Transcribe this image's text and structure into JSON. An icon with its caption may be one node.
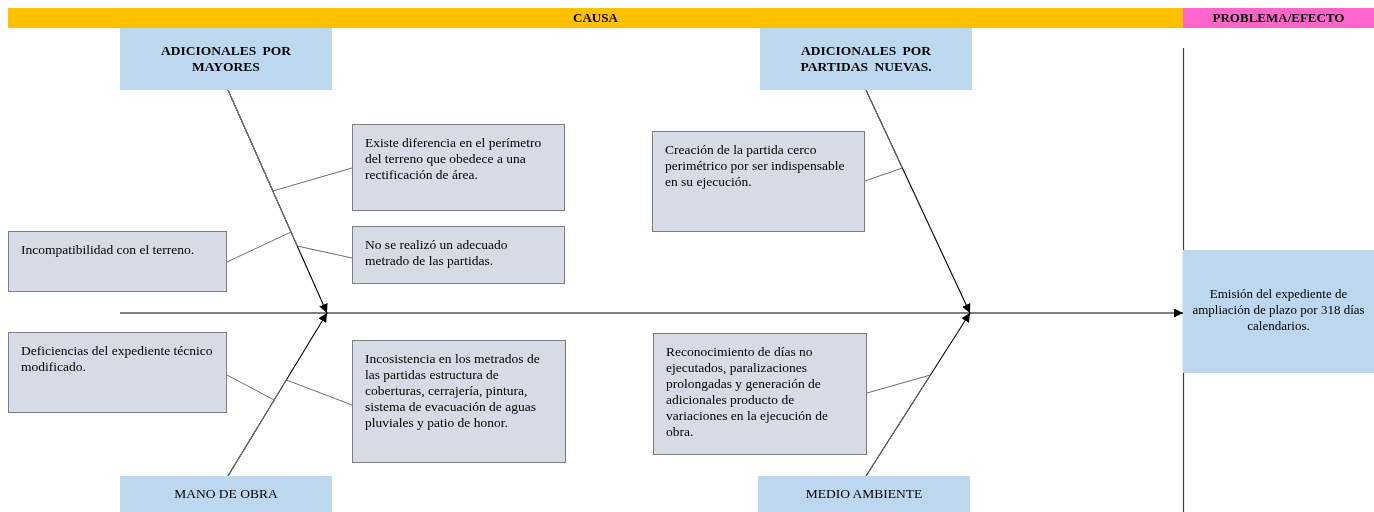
{
  "diagram": {
    "nodes": [
      {
        "text": [
          "CAUSA"
        ]
      },
      {
        "text": [
          "PROBLEMA/EFECTO"
        ]
      },
      {
        "text": [
          "ADICIONALES POR MAYORES"
        ]
      },
      {
        "text": [
          "Existe diferencia en el perímetro del terreno que obedece a una rectificación de área."
        ]
      },
      {
        "text": [
          "Incompatibilidad con el terreno."
        ]
      },
      {
        "text": [
          "No se realizó un adecuado metrado de las partidas."
        ]
      },
      {
        "text": [
          "ADICIONALES POR PARTIDAS NUEVAS."
        ]
      },
      {
        "text": [
          "Creación de la partida cerco perimétrico por ser indispensable en su ejecución."
        ]
      },
      {
        "text": [
          "Deficiencias del expediente técnico modificado."
        ]
      },
      {
        "text": [
          "Incosistencia en los metrados de las partidas estructura de coberturas, cerrajería, pintura, sistema de evacuación de aguas pluviales y patio de honor."
        ]
      },
      {
        "text": [
          "Reconocimiento de días no ejecutados, paralizaciones prolongadas y generación de adicionales producto de variaciones en la ejecución de obra."
        ]
      },
      {
        "text": [
          "Emisión del expediente de ampliación de plazo por 318 días calendarios."
        ]
      },
      {
        "text": [
          "MANO DE OBRA"
        ]
      },
      {
        "text": [
          "MEDIO AMBIENTE"
        ]
      }
    ],
    "edges": [
      {
        "from": null,
        "to": 11,
        "arrow": "to",
        "color": "#000000"
      },
      {
        "from": 2,
        "to": null,
        "arrow": "to",
        "color": "#000000"
      },
      {
        "from": 12,
        "to": null,
        "arrow": "to",
        "color": "#000000"
      },
      {
        "from": 6,
        "to": null,
        "arrow": "to",
        "color": "#000000"
      },
      {
        "from": 13,
        "to": null,
        "arrow": "to",
        "color": "#000000"
      },
      {
        "from": 3,
        "to": 2,
        "arrow": "none"
      },
      {
        "from": 4,
        "to": 2,
        "arrow": "none"
      },
      {
        "from": 5,
        "to": 2,
        "arrow": "none"
      },
      {
        "from": 8,
        "to": 12,
        "arrow": "none"
      },
      {
        "from": 9,
        "to": 12,
        "arrow": "none"
      },
      {
        "from": 7,
        "to": 6,
        "arrow": "none"
      },
      {
        "from": 10,
        "to": 13,
        "arrow": "none"
      }
    ]
  }
}
